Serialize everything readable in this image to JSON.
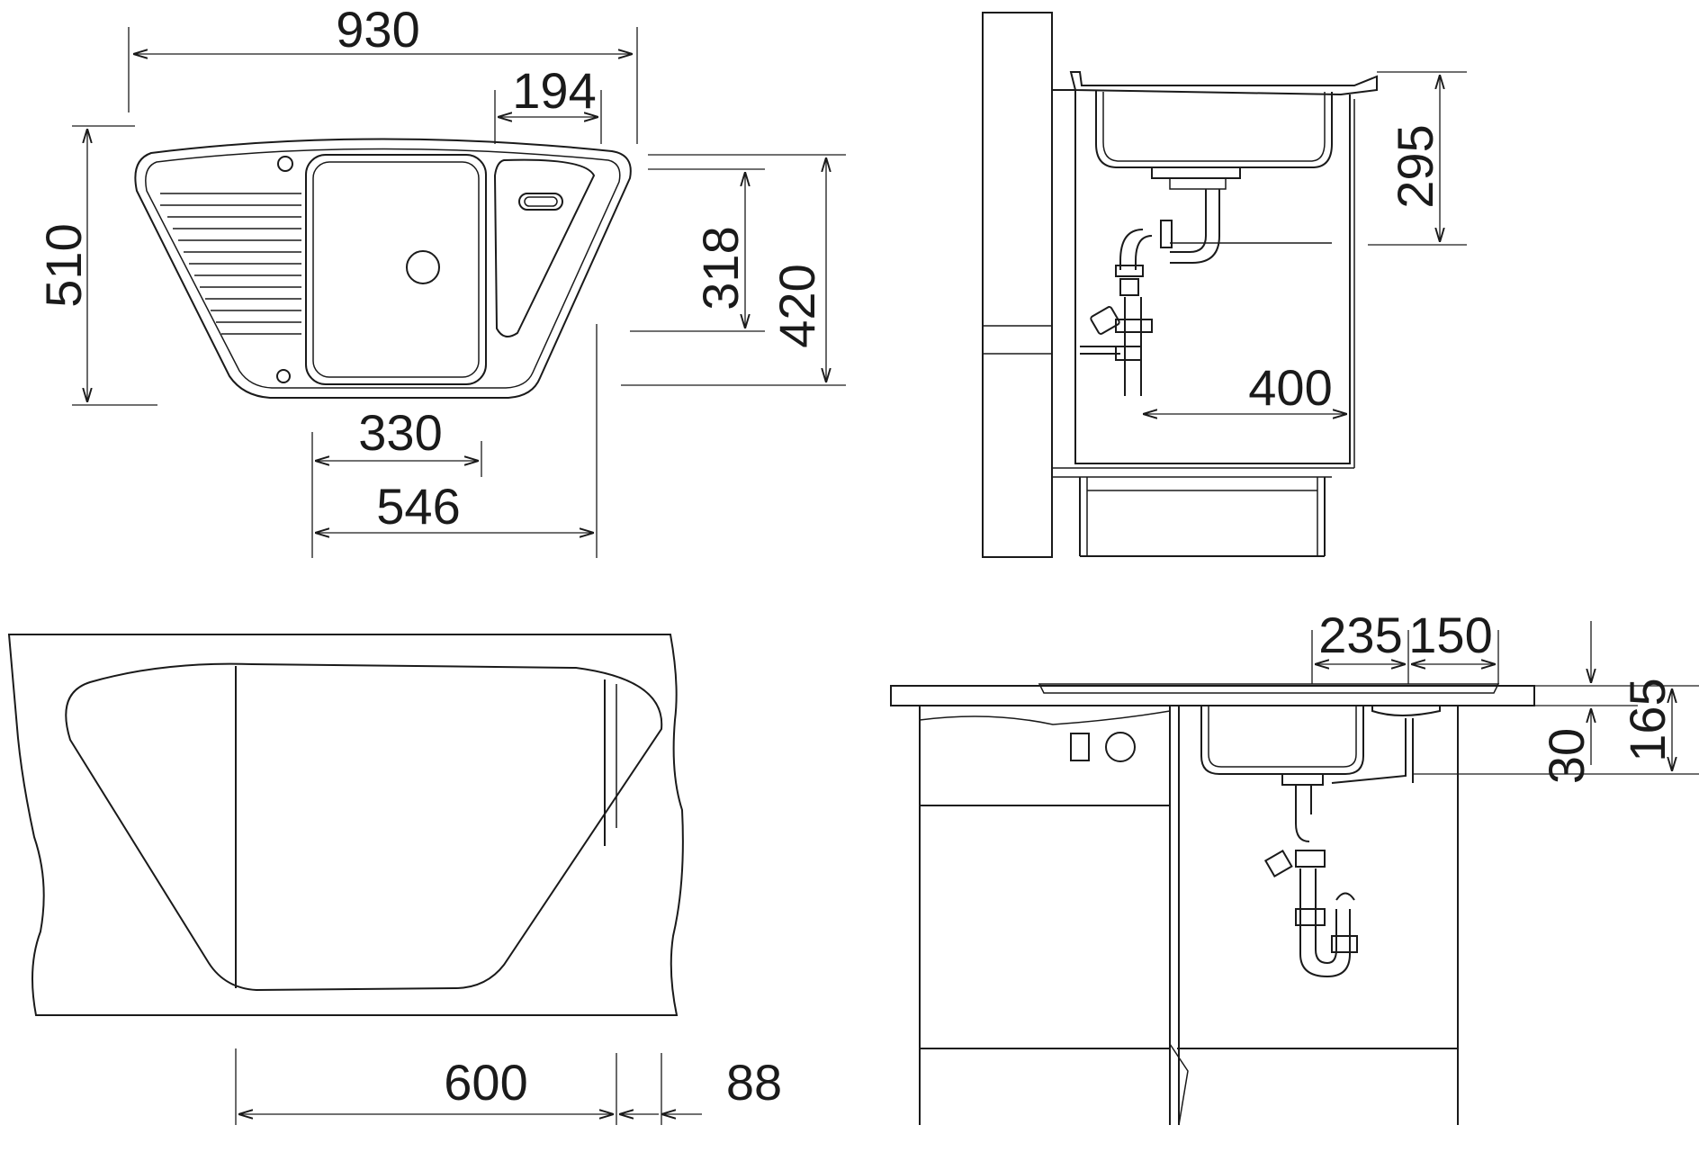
{
  "drawing": {
    "top_view": {
      "dimensions": {
        "overall_width": "930",
        "bowl_offset": "194",
        "overall_depth": "510",
        "bowl_depth": "318",
        "depth_420": "420",
        "bowl_width": "330",
        "width_546": "546"
      }
    },
    "side_view": {
      "dimensions": {
        "bowl_height": "295",
        "drain_distance": "400"
      }
    },
    "cutout_view": {
      "dimensions": {
        "cabinet_width": "600",
        "offset": "88"
      }
    },
    "front_view": {
      "dimensions": {
        "bowl_width": "235",
        "drain_offset": "150",
        "rim_height": "30",
        "total_depth": "165"
      }
    }
  }
}
